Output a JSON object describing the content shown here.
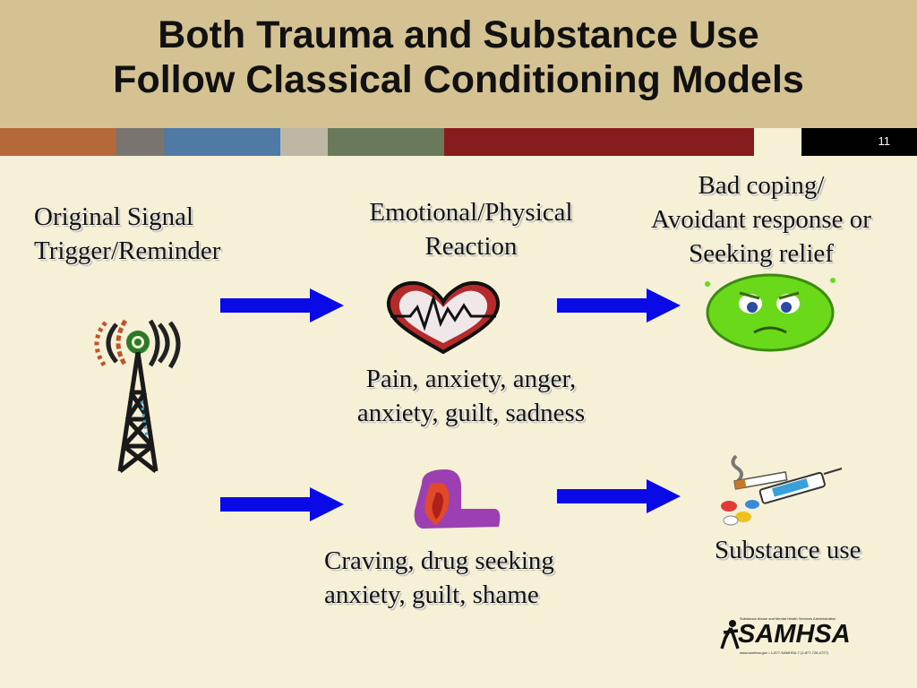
{
  "title": {
    "line1": "Both Trauma and Substance Use",
    "line2": "Follow Classical Conditioning Models"
  },
  "slide_number": "11",
  "stripe_colors": [
    "#b5693a",
    "#7a7470",
    "#4f7aa5",
    "#bdb7a5",
    "#687a5a",
    "#871c1e",
    "#f6f0d6",
    "#000000"
  ],
  "nodes": {
    "original_signal": {
      "line1": "Original Signal",
      "line2": "Trigger/Reminder",
      "icon": "radio-tower-icon"
    },
    "emotional_reaction": {
      "line1": "Emotional/Physical",
      "line2": "Reaction",
      "icon": "heartbeat-heart-icon"
    },
    "bad_coping": {
      "line1": "Bad coping/",
      "line2": "Avoidant response or",
      "line3": "Seeking relief",
      "icon": "sick-face-icon"
    },
    "pain_feelings": {
      "line1": "Pain, anxiety, anger,",
      "line2": "anxiety, guilt, sadness"
    },
    "craving_feelings": {
      "line1": "Craving, drug seeking",
      "line2": "anxiety, guilt, shame",
      "icon": "craving-head-icon"
    },
    "substance_use": {
      "label": "Substance use",
      "icon": "drugs-cigarette-syringe-icon"
    }
  },
  "logo": {
    "text": "SAMHSA",
    "tagline": "Substance Abuse and Mental Health Services Administration",
    "footer": "www.samhsa.gov • 1-877-SAMHSA-7 (1-877-726-4727)"
  },
  "arrow_color": "#0a0ae6"
}
